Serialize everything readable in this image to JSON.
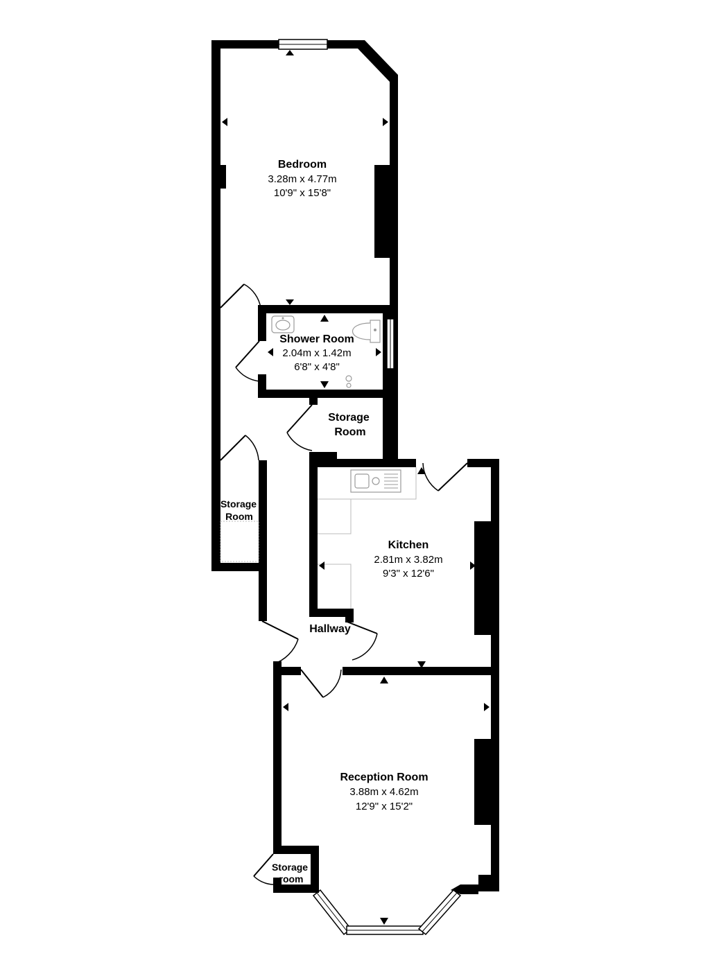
{
  "colors": {
    "wall": "#000000",
    "background": "#ffffff",
    "fixture": "#9a9a9a",
    "window": "#ffffff"
  },
  "rooms": {
    "bedroom": {
      "name": "Bedroom",
      "metric": "3.28m x 4.77m",
      "imperial": "10'9\" x 15'8\""
    },
    "shower_room": {
      "name": "Shower Room",
      "metric": "2.04m x 1.42m",
      "imperial": "6'8\" x 4'8\""
    },
    "storage_room_1": {
      "name_line1": "Storage",
      "name_line2": "Room"
    },
    "storage_room_2": {
      "name_line1": "Storage",
      "name_line2": "Room"
    },
    "kitchen": {
      "name": "Kitchen",
      "metric": "2.81m x 3.82m",
      "imperial": "9'3\" x 12'6\""
    },
    "hallway": {
      "name": "Hallway"
    },
    "reception_room": {
      "name": "Reception Room",
      "metric": "3.88m x 4.62m",
      "imperial": "12'9\" x 15'2\""
    },
    "storage_room_3": {
      "name_line1": "Storage",
      "name_line2": "room"
    }
  },
  "icons": {
    "sink": "sink-icon",
    "basin": "basin-icon",
    "toilet": "toilet-icon",
    "door": "door-swing-icon",
    "window": "window-icon",
    "measure_arrow": "measurement-arrow-icon"
  }
}
